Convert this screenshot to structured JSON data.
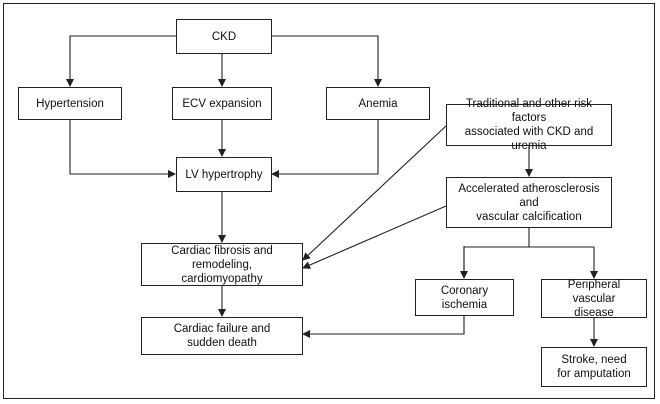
{
  "nodes": {
    "ckd": "CKD",
    "hypertension": "Hypertension",
    "ecv": "ECV expansion",
    "anemia": "Anemia",
    "lvh": "LV hypertrophy",
    "risk": "Traditional and other risk factors\nassociated with CKD and uremia",
    "athero": "Accelerated atherosclerosis and\nvascular calcification",
    "fibrosis": "Cardiac fibrosis and remodeling,\ncardiomyopathy",
    "ischemia": "Coronary ischemia",
    "pvd": "Peripheral vascular\ndisease",
    "failure": "Cardiac failure and\nsudden death",
    "stroke": "Stroke, need\nfor amputation"
  },
  "colors": {
    "stroke": "#222222"
  }
}
